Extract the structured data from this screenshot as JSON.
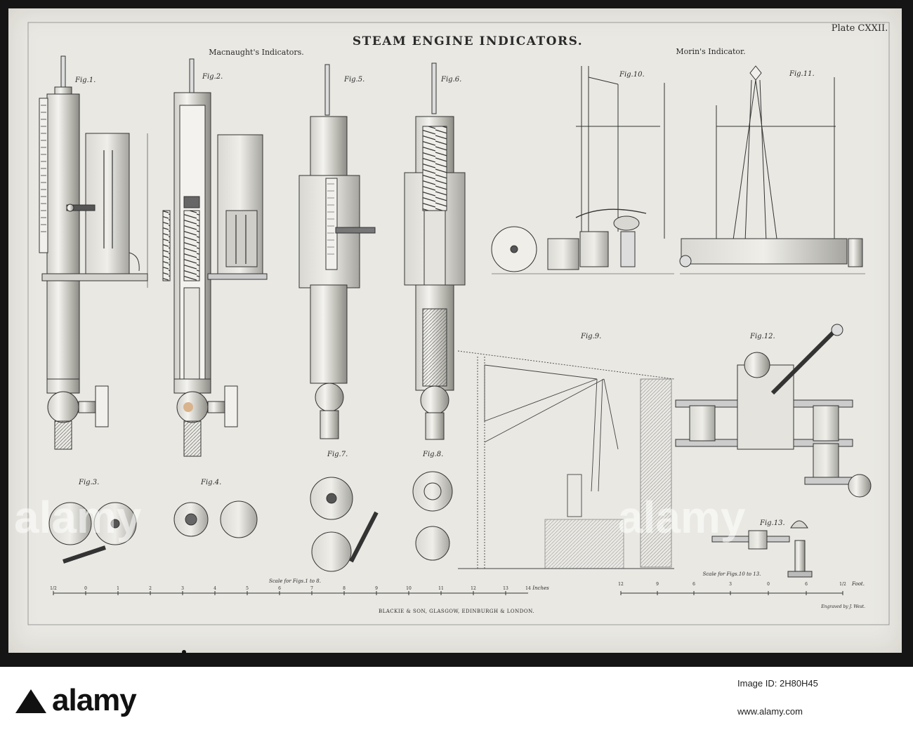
{
  "plate": {
    "title": "STEAM ENGINE INDICATORS.",
    "plate_number": "Plate CXXII.",
    "section_left": "Macnaught's Indicators.",
    "section_right": "Morin's Indicator.",
    "figures": [
      "Fig.1.",
      "Fig.2.",
      "Fig.5.",
      "Fig.6.",
      "Fig.10.",
      "Fig.11.",
      "Fig.9.",
      "Fig.12.",
      "Fig.3.",
      "Fig.4.",
      "Fig.7.",
      "Fig.8.",
      "Fig.13."
    ],
    "scale_left": {
      "caption": "Scale for Figs.1 to 8.",
      "unit": "Inches",
      "ticks": [
        "1/2",
        "0",
        "1",
        "2",
        "3",
        "4",
        "5",
        "6",
        "7",
        "8",
        "9",
        "10",
        "11",
        "12",
        "13",
        "14"
      ]
    },
    "scale_right": {
      "caption": "Scale for Figs.10 to 13.",
      "unit": "Foot.",
      "ticks": [
        "12",
        "9",
        "6",
        "3",
        "0",
        "6",
        "1/2"
      ]
    },
    "publisher": "BLACKIE & SON, GLASGOW, EDINBURGH & LONDON.",
    "engraver": "Engraved by J. West."
  },
  "watermark": {
    "brand": "alamy",
    "image_id": "Image ID: 2H80H45",
    "site": "www.alamy.com"
  },
  "colors": {
    "paper": "#e9e8e3",
    "ink": "#2a2a2a",
    "mat": "#151515"
  }
}
